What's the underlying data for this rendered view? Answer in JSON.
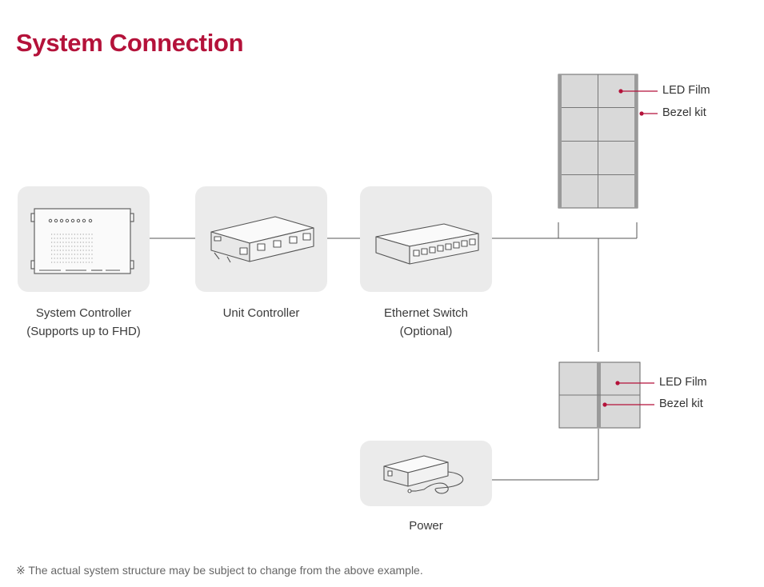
{
  "page": {
    "title": "System Connection",
    "accent_color": "#b4123a"
  },
  "devices": [
    {
      "id": "system-controller",
      "name": "System Controller",
      "note": "(Supports up to FHD)",
      "icon": "system-controller-icon"
    },
    {
      "id": "unit-controller",
      "name": "Unit Controller",
      "note": "",
      "icon": "unit-controller-icon"
    },
    {
      "id": "ethernet-switch",
      "name": "Ethernet Switch",
      "note": "(Optional)",
      "icon": "ethernet-switch-icon"
    },
    {
      "id": "power",
      "name": "Power",
      "note": "",
      "icon": "power-adapter-icon"
    }
  ],
  "panels": {
    "top": {
      "led_film_label": "LED Film",
      "bezel_kit_label": "Bezel kit"
    },
    "bottom": {
      "led_film_label": "LED Film",
      "bezel_kit_label": "Bezel kit"
    }
  },
  "footnote": "※ The actual system structure may be subject to change from the above example."
}
